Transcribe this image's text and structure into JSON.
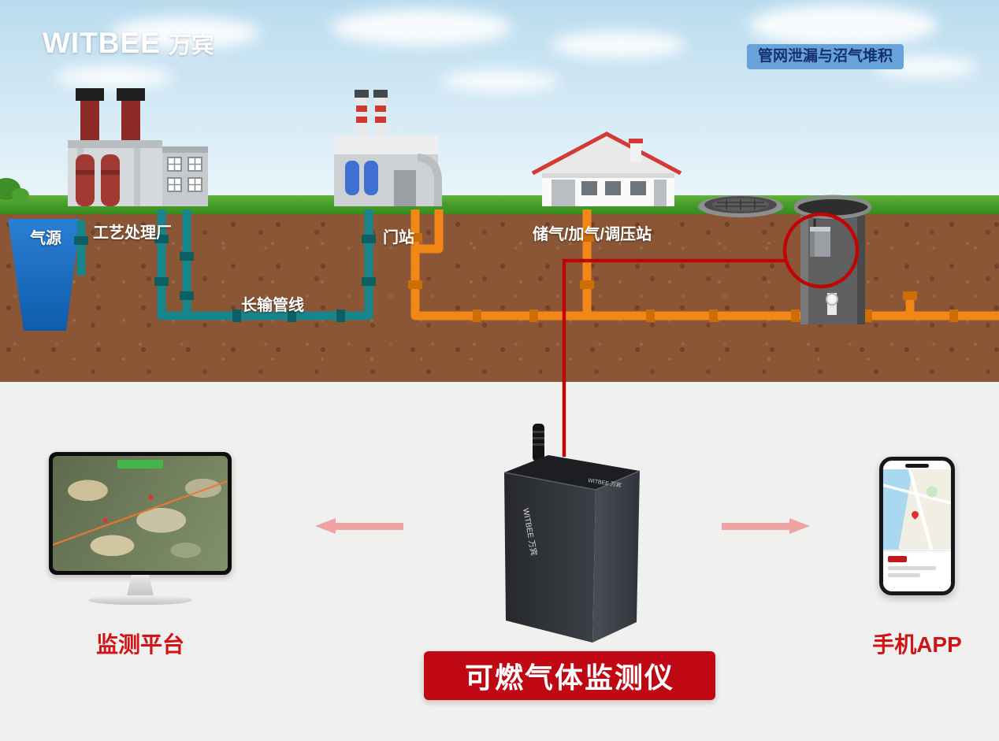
{
  "header": {
    "logo_en": "WITBEE",
    "logo_cn": "万宾",
    "badge": "管网泄漏与沼气堆积"
  },
  "scene": {
    "labels": {
      "gas_source": "气源",
      "process_plant": "工艺处理厂",
      "long_pipeline": "长输管线",
      "gate_station": "门站",
      "storage_station": "储气/加气/调压站"
    }
  },
  "bottom": {
    "platform_label": "监测平台",
    "device_label": "可燃气体监测仪",
    "app_label": "手机APP",
    "device_brand": "WITBEE 万宾"
  },
  "colors": {
    "accent_red": "#c00714",
    "highlight_red": "#c00505",
    "badge_bg": "#67a3d8",
    "badge_text": "#14306e",
    "pipeline_teal": "#17858a",
    "pipeline_orange": "#f28616",
    "label_red": "#d01317",
    "grass_green": "#4aa02b",
    "soil_brown": "#8a5636",
    "gas_source_blue": "#1f74c8"
  }
}
